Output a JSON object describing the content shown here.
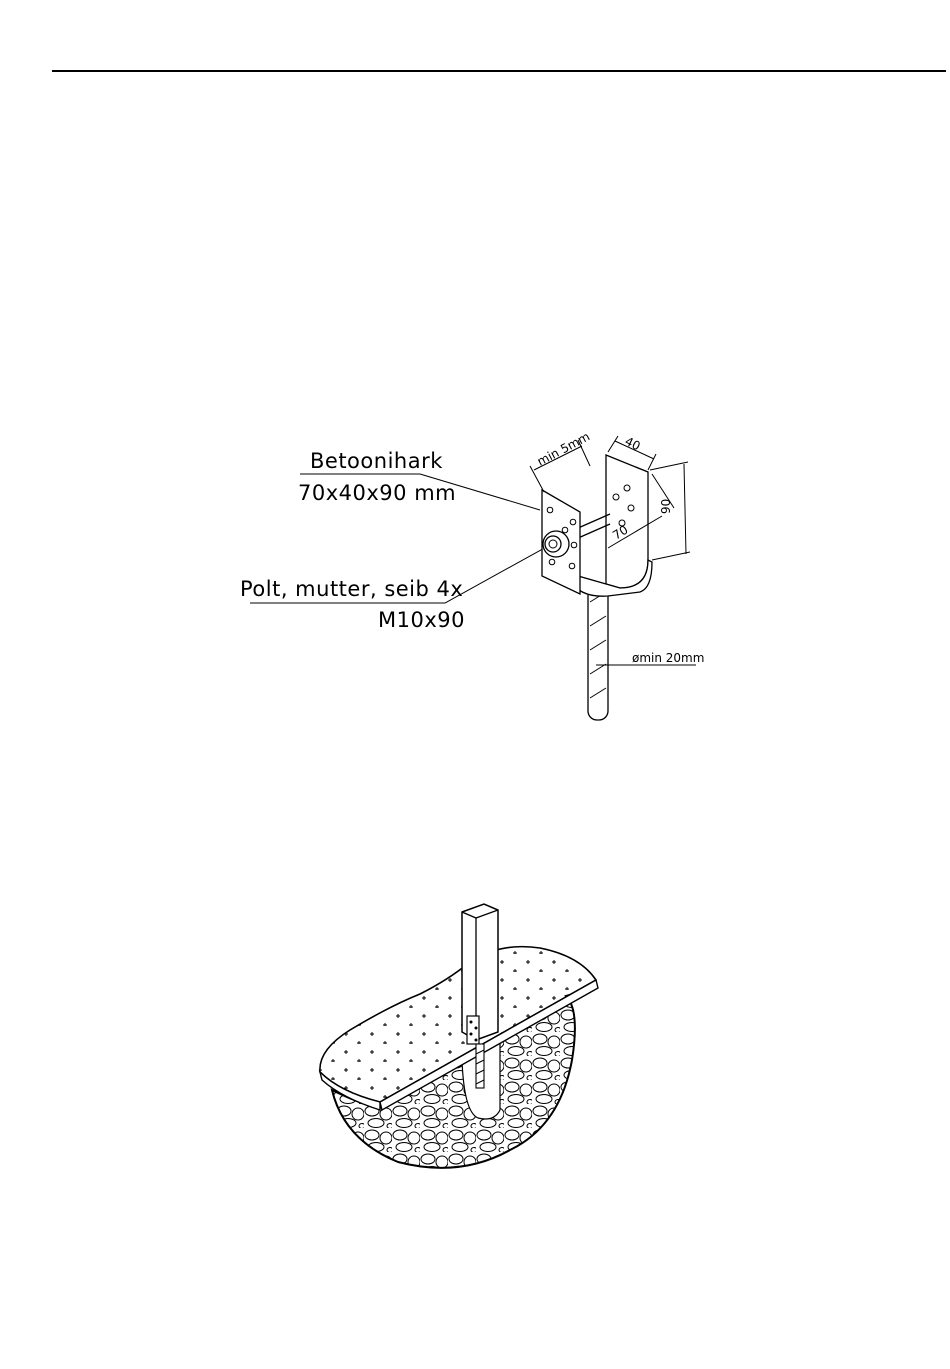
{
  "bracket_label": "Betoonihark",
  "bracket_size": "70x40x90 mm",
  "bolt_label": "Polt, mutter, seib  4x",
  "bolt_size": "M10x90",
  "dim_min_5mm": "min 5mm",
  "dim_40": "40",
  "dim_90": "90",
  "dim_70": "70",
  "dim_rod": "ømin 20mm"
}
